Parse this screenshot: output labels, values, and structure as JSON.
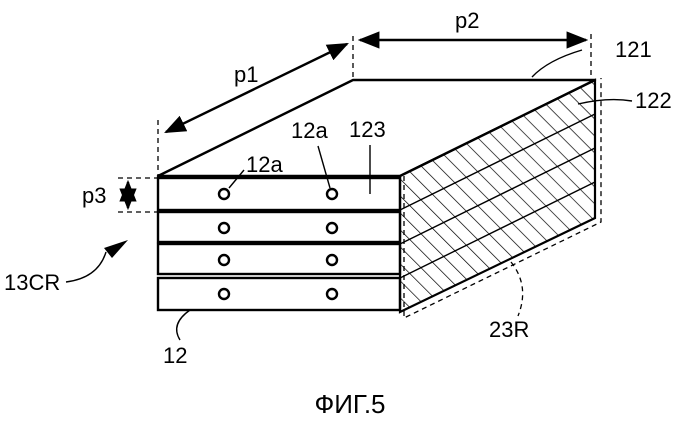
{
  "figure": {
    "labels": {
      "p1": "p1",
      "p2": "p2",
      "p3": "p3",
      "ref_121": "121",
      "ref_122": "122",
      "ref_123": "123",
      "ref_12a_left": "12a",
      "ref_12a_right": "12a",
      "ref_13CR": "13CR",
      "ref_12": "12",
      "ref_23R": "23R"
    },
    "caption": "ФИГ.5"
  }
}
